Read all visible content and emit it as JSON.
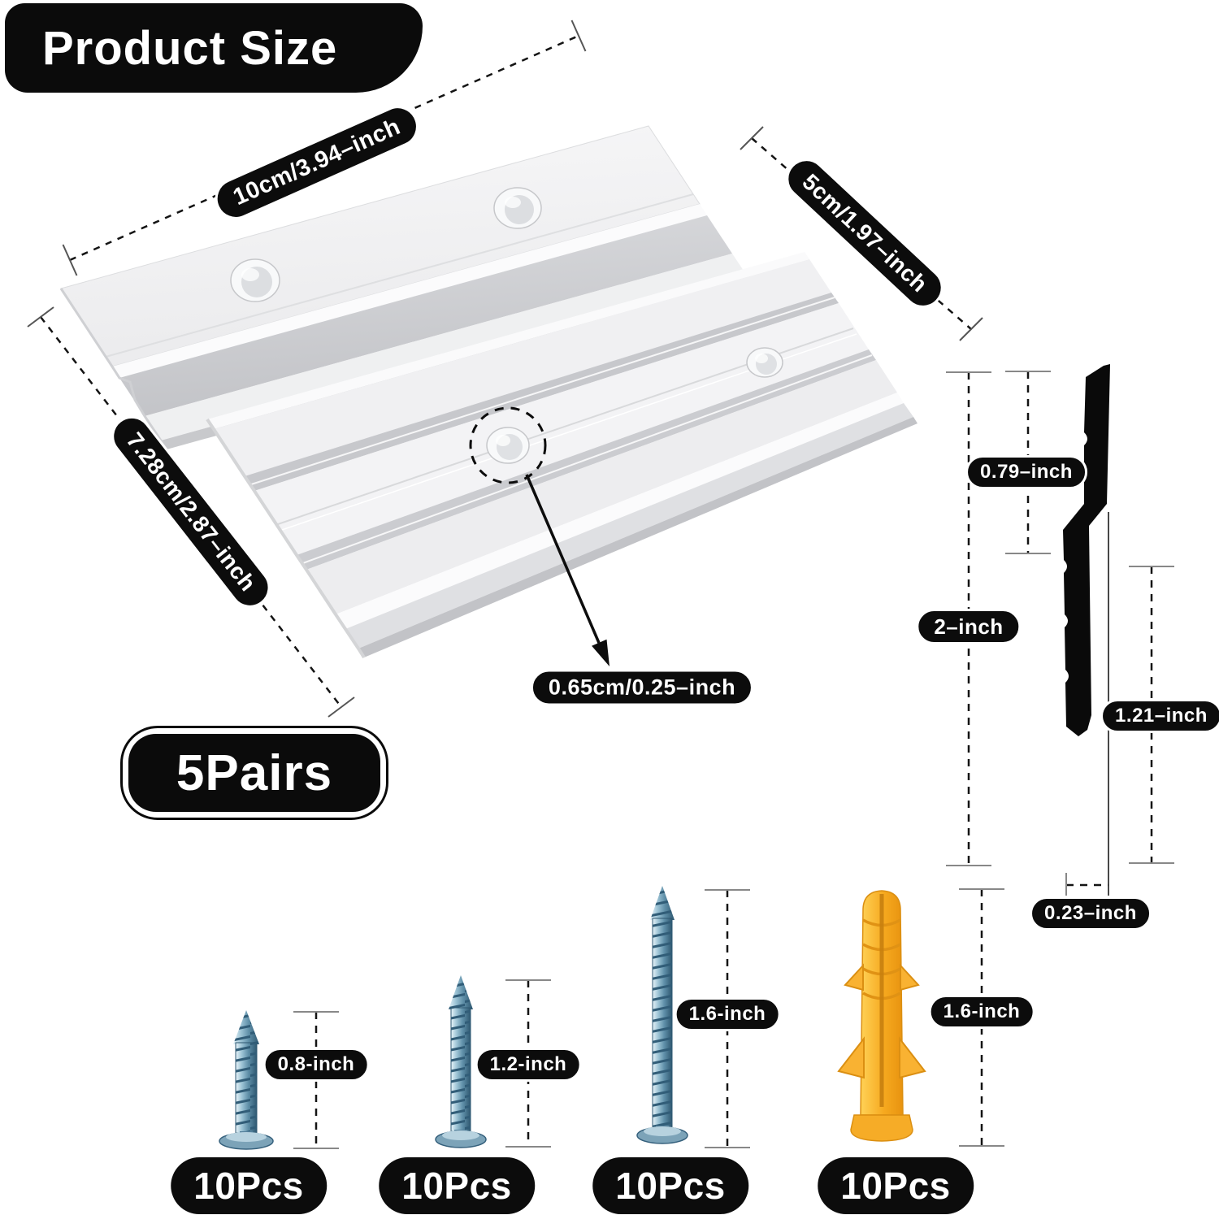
{
  "title": "Product Size",
  "pairs_badge": "5Pairs",
  "plate_dimensions": {
    "length": "10cm/3.94–inch",
    "width": "5cm/1.97–inch",
    "depth": "7.28cm/2.87–inch",
    "hole_diameter": "0.65cm/0.25–inch"
  },
  "profile_dimensions": {
    "upper": "0.79–inch",
    "overall": "2–inch",
    "lower": "1.21–inch",
    "thickness": "0.23–inch"
  },
  "hardware": [
    {
      "item": "short-screw",
      "length": "0.8-inch",
      "qty": "10Pcs"
    },
    {
      "item": "medium-screw",
      "length": "1.2-inch",
      "qty": "10Pcs"
    },
    {
      "item": "long-screw",
      "length": "1.6-inch",
      "qty": "10Pcs"
    },
    {
      "item": "wall-anchor",
      "length": "1.6-inch",
      "qty": "10Pcs"
    }
  ]
}
